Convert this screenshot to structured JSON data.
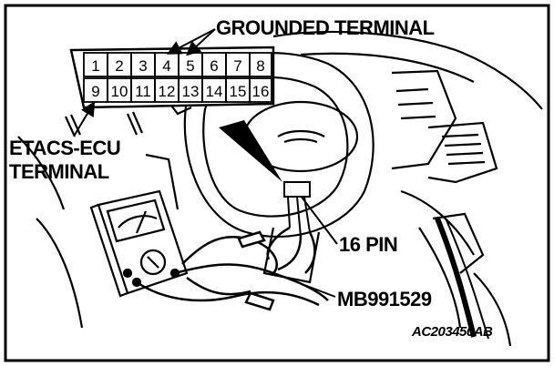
{
  "labels": {
    "grounded_terminal": "GROUNDED TERMINAL",
    "etacs_line1": "ETACS-ECU",
    "etacs_line2": "TERMINAL",
    "pin16": "16 PIN",
    "tool": "MB991529",
    "figure_id": "AC203450AB"
  },
  "connector": {
    "top_row": [
      "1",
      "2",
      "3",
      "4",
      "5",
      "6",
      "7",
      "8"
    ],
    "bottom_row": [
      "9",
      "10",
      "11",
      "12",
      "13",
      "14",
      "15",
      "16"
    ]
  }
}
